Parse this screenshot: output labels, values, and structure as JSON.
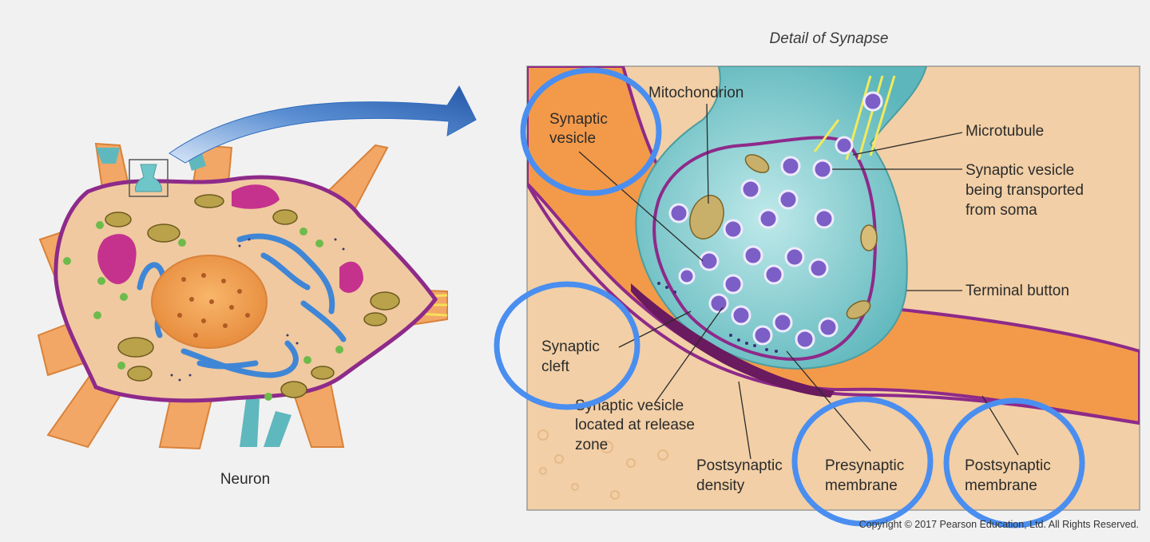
{
  "neuron": {
    "caption": "Neuron"
  },
  "synapse": {
    "title": "Detail of Synapse",
    "labels": {
      "mitochondrion": "Mitochondrion",
      "synaptic_vesicle_1": "Synaptic",
      "synaptic_vesicle_2": "vesicle",
      "microtubule": "Microtubule",
      "transported_1": "Synaptic vesicle",
      "transported_2": "being transported",
      "transported_3": "from soma",
      "terminal_button": "Terminal button",
      "cleft_1": "Synaptic",
      "cleft_2": "cleft",
      "release_1": "Synaptic vesicle",
      "release_2": "located at release",
      "release_3": "zone",
      "density_1": "Postsynaptic",
      "density_2": "density",
      "presyn_1": "Presynaptic",
      "presyn_2": "membrane",
      "postsyn_1": "Postsynaptic",
      "postsyn_2": "membrane"
    }
  },
  "copyright": "Copyright © 2017 Pearson Education, Ltd. All Rights Reserved.",
  "colors": {
    "highlight": "#4a8ef0",
    "arrow": "#2f6bbf",
    "membrane": "#8e2a8a",
    "cytoplasm": "#f0c9a0",
    "orange": "#f39a4a",
    "terminal": "#6fc6c8",
    "vesicle": "#7b5fc6",
    "chromatin": "#3f86d6"
  }
}
